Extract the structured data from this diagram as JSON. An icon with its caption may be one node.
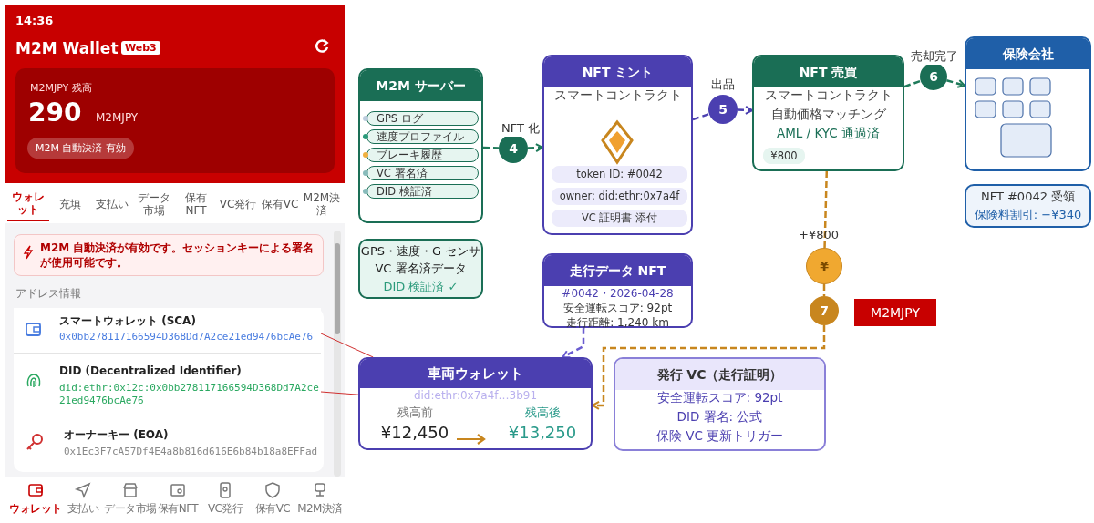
{
  "diagram": {
    "nodes": [
      {
        "text": [
          "M2M サーバー"
        ]
      },
      {
        "text": [
          "GPS ログ"
        ],
        "in": 0
      },
      {
        "text": [
          "速度プロファイル"
        ],
        "in": 0
      },
      {
        "text": [
          "ブレーキ履歴"
        ],
        "in": 0
      },
      {
        "text": [
          "VC 署名済"
        ],
        "in": 0
      },
      {
        "text": [
          "DID 検証済"
        ],
        "in": 0
      },
      {
        "text": [
          "GPS・速度・G センサ",
          "VC 署名済データ",
          "DID 検証済 ✓"
        ]
      },
      {
        "text": [
          "NFT ミント",
          "スマートコントラクト"
        ]
      },
      {
        "text": [
          "token ID: #0042"
        ],
        "in": 7
      },
      {
        "text": [
          "owner: did:ethr:0x7a4f"
        ],
        "in": 7
      },
      {
        "text": [
          "VC 証明書 添付"
        ],
        "in": 7
      },
      {
        "text": [
          "4"
        ]
      },
      {
        "text": [
          "5"
        ]
      },
      {
        "text": [
          "NFT 売買",
          "スマートコントラクト",
          "自動価格マッチング",
          "AML / KYC 通過済"
        ]
      },
      {
        "text": [
          "¥800"
        ],
        "in": 13
      },
      {
        "text": [
          "6"
        ]
      },
      {
        "text": [
          "保険会社"
        ]
      },
      {
        "text": [
          "NFT #0042 受領",
          "保険料割引: −¥340"
        ]
      },
      {
        "text": [
          "走行データ NFT",
          "#0042・2026-04-28",
          "安全運転スコア: 92pt",
          "走行距離: 1,240 km"
        ]
      },
      {
        "text": [
          "¥"
        ],
        "beside": [
          "+¥800"
        ]
      },
      {
        "text": [
          "7"
        ]
      },
      {
        "text": [
          "M2MJPY"
        ]
      },
      {
        "text": [
          "車両ウォレット",
          "did:ethr:0x7a4f…3b91",
          "残高前",
          "¥12,450",
          "残高後",
          "¥13,250"
        ]
      },
      {
        "text": [
          "発行 VC（走行証明）",
          "安全運転スコア: 92pt",
          "DID 署名: 公式",
          "保険 VC 更新トリガー"
        ]
      },
      {
        "text": [
          "スマートウォレット (SCA)",
          "0x0bb278117166594D368Dd7A2ce21ed9476bcAe76"
        ]
      },
      {
        "text": [
          "DID (Decentralized Identifier)",
          "did:ethr:0x12c:0x0bb278117166594D368Dd7A2ce21ed9476bcAe76"
        ]
      }
    ],
    "edges": [
      {
        "from": 0,
        "to": 11,
        "arrow": "none",
        "label": "NFT 化",
        "style": "dashed",
        "color": "#1e7a5a"
      },
      {
        "from": 11,
        "to": 7,
        "arrow": "to",
        "style": "dashed",
        "color": "#1e7a5a"
      },
      {
        "from": 7,
        "to": 12,
        "arrow": "none",
        "label": "出品",
        "style": "dashed",
        "color": "#4b3fb0"
      },
      {
        "from": 12,
        "to": 13,
        "arrow": "to",
        "style": "dashed",
        "color": "#4b3fb0"
      },
      {
        "from": 13,
        "to": 15,
        "arrow": "none",
        "label": "売却完了",
        "style": "dashed",
        "color": "#1e7a5a"
      },
      {
        "from": 15,
        "to": 16,
        "arrow": "to",
        "style": "dashed",
        "color": "#1e7a5a"
      },
      {
        "from": 13,
        "to": 19,
        "arrow": "none",
        "style": "dashed",
        "color": "#c8861e"
      },
      {
        "from": 19,
        "to": 20,
        "arrow": "none",
        "style": "dashed",
        "color": "#c8861e"
      },
      {
        "from": 20,
        "to": 22,
        "arrow": "to",
        "style": "dashed",
        "color": "#c8861e"
      },
      {
        "from": 18,
        "to": 22,
        "arrow": "to",
        "style": "dashed",
        "color": "#6a5cd0"
      },
      {
        "from": 24,
        "to": 22,
        "arrow": "none",
        "color": "#d03030"
      },
      {
        "from": 25,
        "to": 22,
        "arrow": "none",
        "color": "#d03030"
      }
    ],
    "labels": [
      "14:36",
      "M2M Wallet",
      "Web3",
      "M2MJPY 残高",
      "290",
      "M2MJPY",
      "M2M 自動決済 有効",
      "ウォレット",
      "充填",
      "支払い",
      "データ市場",
      "保有NFT",
      "VC発行",
      "保有VC",
      "M2M決済",
      "M2M 自動決済が有効です。セッションキーによる署名が使用可能です。",
      "アドレス情報",
      "オーナーキー (EOA)",
      "0x1Ec3F7cA57Df4E4a8b816d616E6b84b18a8EFFad",
      "ウォレット",
      "支払い",
      "データ市場",
      "保有NFT",
      "VC発行",
      "保有VC",
      "M2M決済"
    ]
  }
}
